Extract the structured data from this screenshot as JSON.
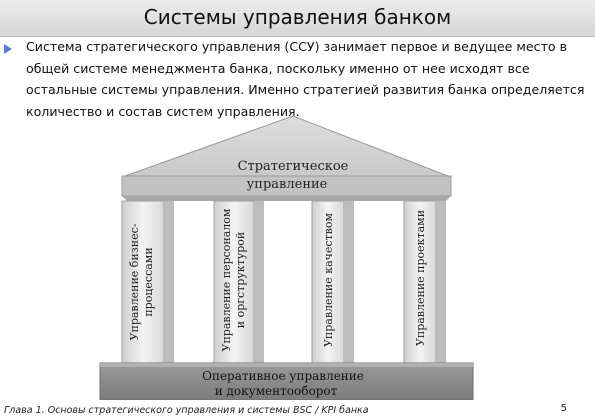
{
  "slide": {
    "title": "Системы управления банком",
    "bullet_text": "Система стратегического управления (ССУ) занимает первое и ведущее место в общей системе менеджмента банка, поскольку именно от нее исходят все остальные системы управления. Именно стратегией развития банка определяется количество и состав систем управления."
  },
  "diagram": {
    "roof_line1": "Стратегическое",
    "roof_line2": "управление",
    "pillars": [
      {
        "line1": "Управление бизнес-",
        "line2": "процессами"
      },
      {
        "line1": "Управление персоналом",
        "line2": "и оргструктурой"
      },
      {
        "line1": "Управление качеством",
        "line2": ""
      },
      {
        "line1": "Управление проектами",
        "line2": ""
      }
    ],
    "base_line1": "Оперативное управление",
    "base_line2": "и документооборот"
  },
  "footer": {
    "caption": "Глава 1. Основы стратегического управления и системы BSC / KPI банка",
    "page_number": "5"
  },
  "colors": {
    "bullet": "#5a7ac8",
    "roof": "#d4d4d4",
    "pillar": "#e6e6e6",
    "base": "#8c8c8c"
  }
}
